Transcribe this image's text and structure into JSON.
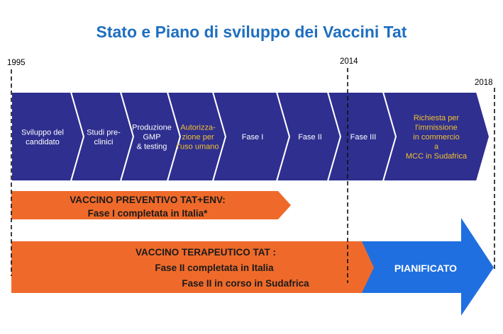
{
  "title": "Stato e Piano di sviluppo dei Vaccini Tat",
  "years": {
    "start": "1995",
    "mid": "2014",
    "end": "2018"
  },
  "colors": {
    "title": "#1f6fbf",
    "chevron_fill": "#2e2f8f",
    "chevron_border": "#ffffff",
    "chevron_text": "#ffffff",
    "chevron_highlight_text": "#f2c12e",
    "bar_orange": "#ef6a2a",
    "bar_text": "#1a1a1a",
    "planned_blue": "#1f6fe0",
    "planned_text": "#ffffff"
  },
  "stages": [
    {
      "lines": [
        "Sviluppo del",
        "candidato"
      ],
      "highlight": false
    },
    {
      "lines": [
        "Studi pre-",
        "clinici"
      ],
      "highlight": false
    },
    {
      "lines": [
        "Produzione",
        "GMP",
        "& testing"
      ],
      "highlight": false
    },
    {
      "lines": [
        "Autorizza-",
        "zione per",
        "l'uso umano"
      ],
      "highlight": true
    },
    {
      "lines": [
        "Fase I"
      ],
      "highlight": false
    },
    {
      "lines": [
        "Fase II"
      ],
      "highlight": false
    },
    {
      "lines": [
        "Fase III"
      ],
      "highlight": false
    },
    {
      "lines": [
        "Richiesta per",
        "l'immissione",
        "in commercio",
        "a",
        "MCC in Sudafrica"
      ],
      "highlight": true
    }
  ],
  "preventive": {
    "line1": "VACCINO PREVENTIVO TAT+ENV:",
    "line2": "Fase I completata in Italia*"
  },
  "therapeutic": {
    "line1": "VACCINO TERAPEUTICO TAT :",
    "line2": "Fase II completata in Italia",
    "line3": "Fase II in corso in Sudafrica"
  },
  "planned": {
    "label": "PIANIFICATO"
  }
}
